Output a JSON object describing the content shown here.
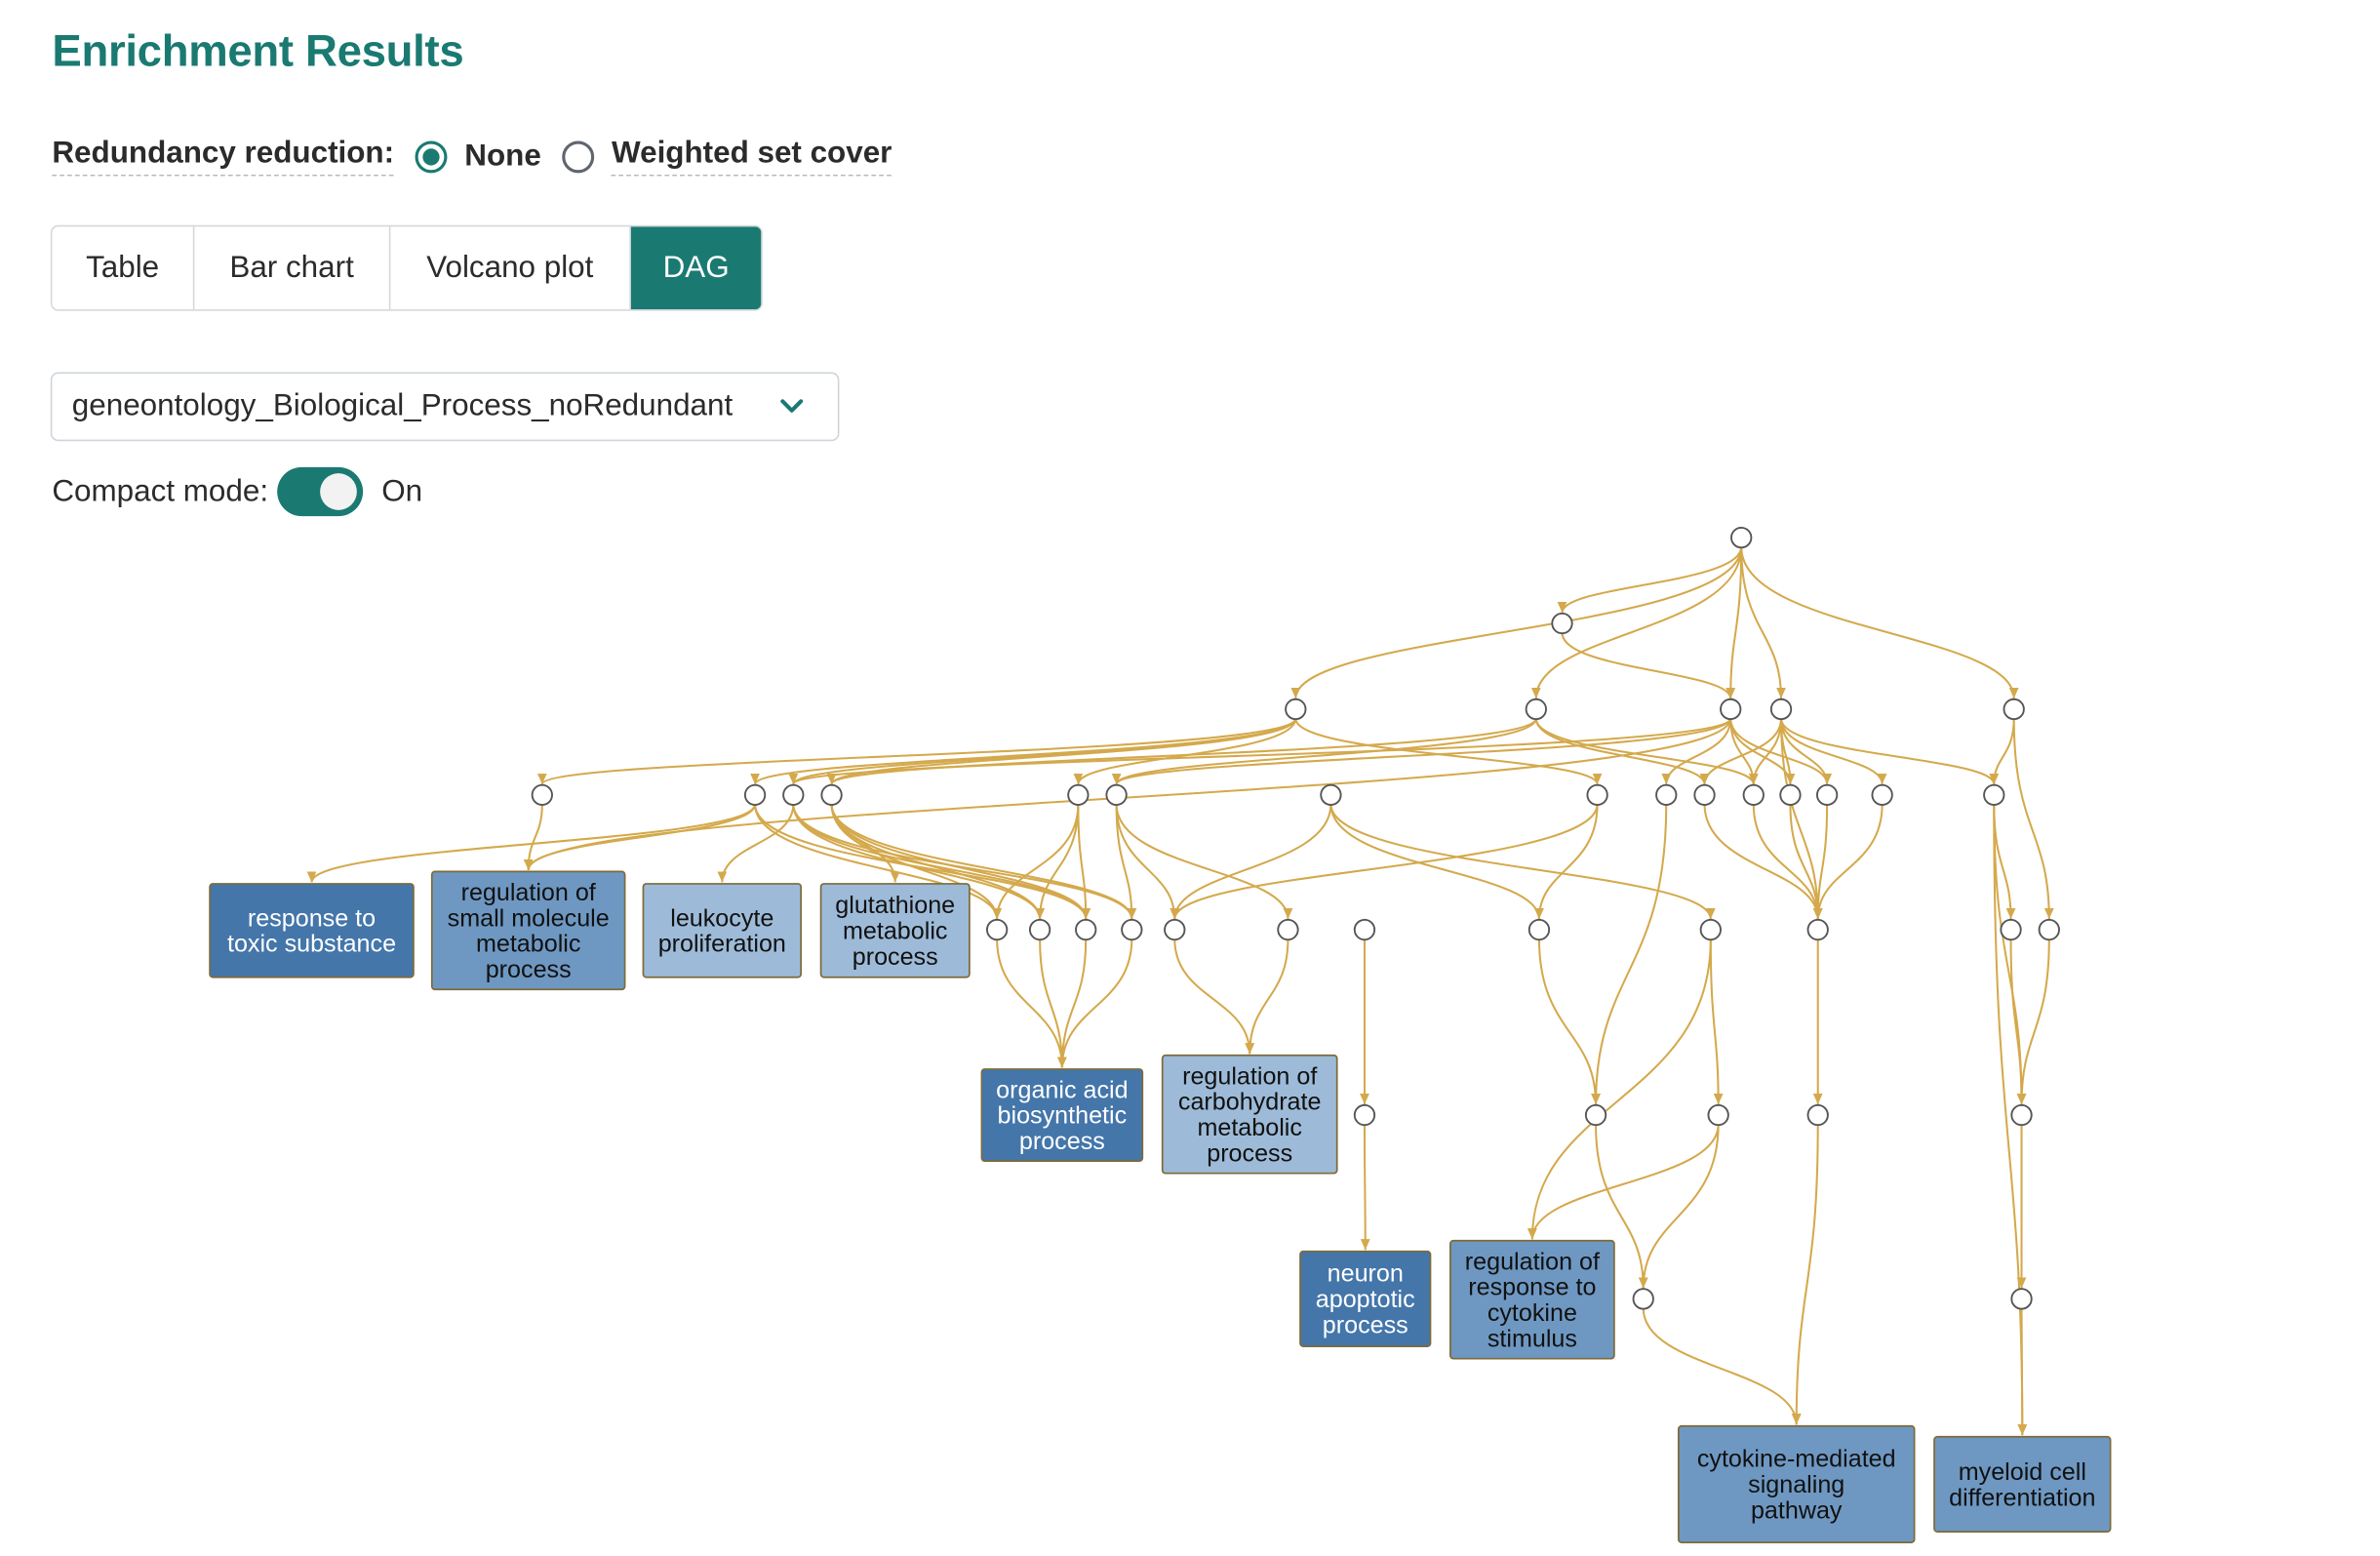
{
  "page": {
    "title": "Enrichment Results"
  },
  "redundancy": {
    "label": "Redundancy reduction:",
    "options": [
      {
        "label": "None",
        "selected": true
      },
      {
        "label": "Weighted set cover",
        "selected": false
      }
    ]
  },
  "tabs": [
    {
      "label": "Table",
      "active": false
    },
    {
      "label": "Bar chart",
      "active": false
    },
    {
      "label": "Volcano plot",
      "active": false
    },
    {
      "label": "DAG",
      "active": true
    }
  ],
  "database_select": {
    "value": "geneontology_Biological_Process_noRedundant",
    "icon": "chevron-down-icon"
  },
  "compact_mode": {
    "label": "Compact mode:",
    "on": true,
    "state_label": "On"
  },
  "colors": {
    "accent": "#1a7a72",
    "edge": "#d4a94c",
    "term_dark": "#4476aa",
    "term_mid": "#6e98c2",
    "term_light": "#9dbbd8"
  },
  "dag": {
    "terms": [
      {
        "id": "response_to_toxic_substance",
        "lines": [
          "response to",
          "toxic substance"
        ],
        "shade": "dark"
      },
      {
        "id": "regulation_of_small_molecule_metabolic_process",
        "lines": [
          "regulation of",
          "small molecule",
          "metabolic",
          "process"
        ],
        "shade": "mid"
      },
      {
        "id": "leukocyte_proliferation",
        "lines": [
          "leukocyte",
          "proliferation"
        ],
        "shade": "light"
      },
      {
        "id": "glutathione_metabolic_process",
        "lines": [
          "glutathione",
          "metabolic",
          "process"
        ],
        "shade": "light"
      },
      {
        "id": "organic_acid_biosynthetic_process",
        "lines": [
          "organic acid",
          "biosynthetic",
          "process"
        ],
        "shade": "dark"
      },
      {
        "id": "regulation_of_carbohydrate_metabolic_process",
        "lines": [
          "regulation of",
          "carbohydrate",
          "metabolic",
          "process"
        ],
        "shade": "light"
      },
      {
        "id": "neuron_apoptotic_process",
        "lines": [
          "neuron",
          "apoptotic",
          "process"
        ],
        "shade": "dark"
      },
      {
        "id": "regulation_of_response_to_cytokine_stimulus",
        "lines": [
          "regulation of",
          "response to",
          "cytokine",
          "stimulus"
        ],
        "shade": "mid"
      },
      {
        "id": "cytokine_mediated_signaling_pathway",
        "lines": [
          "cytokine-mediated",
          "signaling",
          "pathway"
        ],
        "shade": "mid"
      },
      {
        "id": "myeloid_cell_differentiation",
        "lines": [
          "myeloid cell",
          "differentiation"
        ],
        "shade": "mid"
      }
    ]
  }
}
